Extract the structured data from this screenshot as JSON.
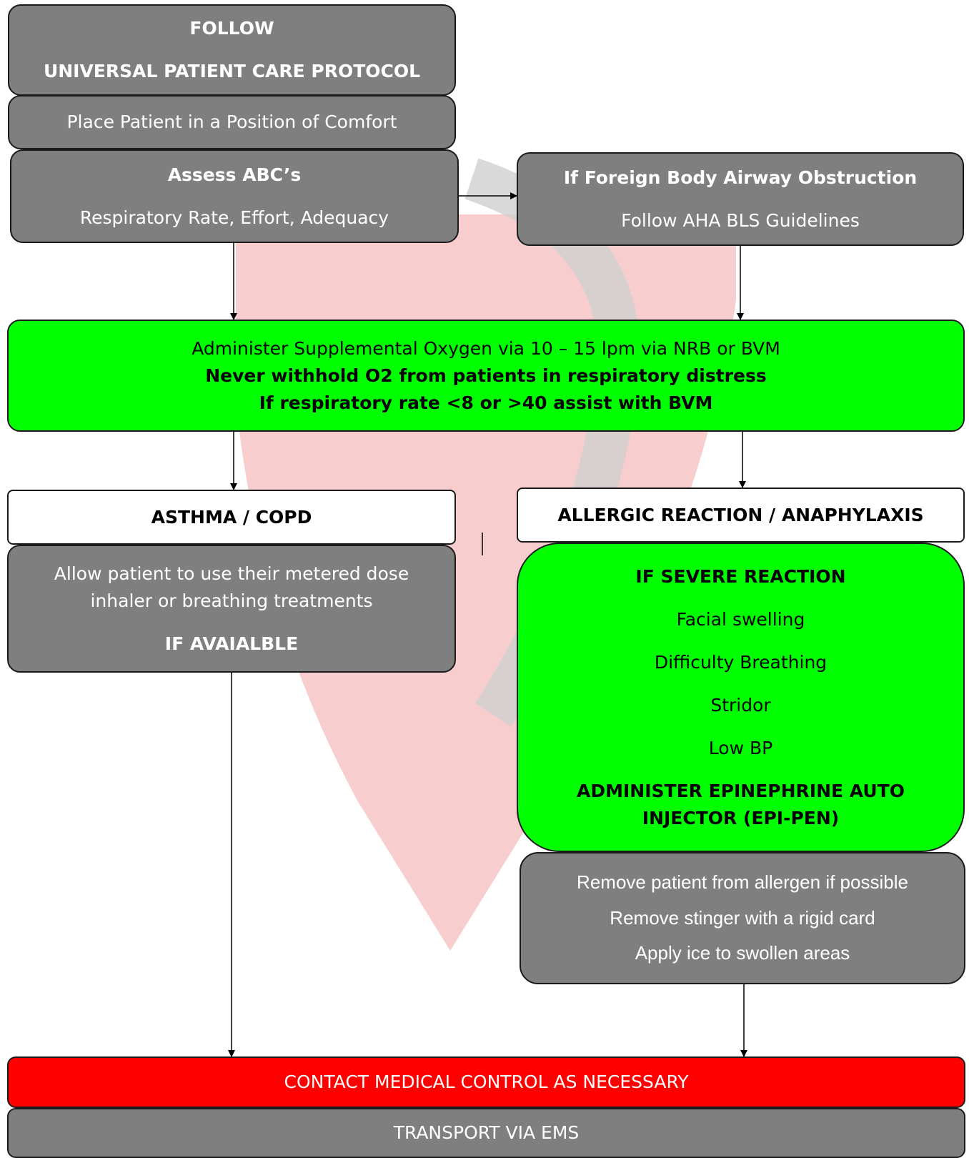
{
  "box_follow": {
    "line1": "FOLLOW",
    "line2": "UNIVERSAL PATIENT CARE PROTOCOL"
  },
  "box_position": {
    "text": "Place Patient in a Position of Comfort"
  },
  "box_assess": {
    "title": "Assess ABC’s",
    "text": "Respiratory Rate, Effort, Adequacy"
  },
  "box_foreign": {
    "title": "If Foreign Body Airway Obstruction",
    "text": "Follow AHA BLS Guidelines"
  },
  "box_oxygen": {
    "line1": "Administer Supplemental Oxygen via 10 – 15 lpm via NRB or BVM",
    "line2": "Never withhold O2 from patients in respiratory distress",
    "line3": "If respiratory rate <8 or >40 assist with BVM"
  },
  "box_asthma": {
    "title": "ASTHMA / COPD"
  },
  "box_inhaler": {
    "line1": "Allow patient to use their metered dose",
    "line2": "inhaler or breathing treatments",
    "line3": "IF AVAIALBLE"
  },
  "box_allergic": {
    "title": "ALLERGIC REACTION / ANAPHYLAXIS"
  },
  "box_severe": {
    "title": "IF SEVERE REACTION",
    "items": [
      "Facial swelling",
      "Difficulty Breathing",
      "Stridor",
      "Low BP"
    ],
    "action_line1": "ADMINISTER EPINEPHRINE AUTO",
    "action_line2": "INJECTOR (EPI-PEN)"
  },
  "box_remove": {
    "line1": "Remove patient from allergen if possible",
    "line2": "Remove stinger with a rigid card",
    "line3": "Apply ice to swollen areas"
  },
  "box_contact": {
    "text": "CONTACT MEDICAL CONTROL AS NECESSARY"
  },
  "box_transport": {
    "text": "TRANSPORT VIA EMS"
  },
  "colors": {
    "gray": "#7f7f7f",
    "green": "#00ff00",
    "red": "#ff0000",
    "border": "#1a1a1a"
  }
}
